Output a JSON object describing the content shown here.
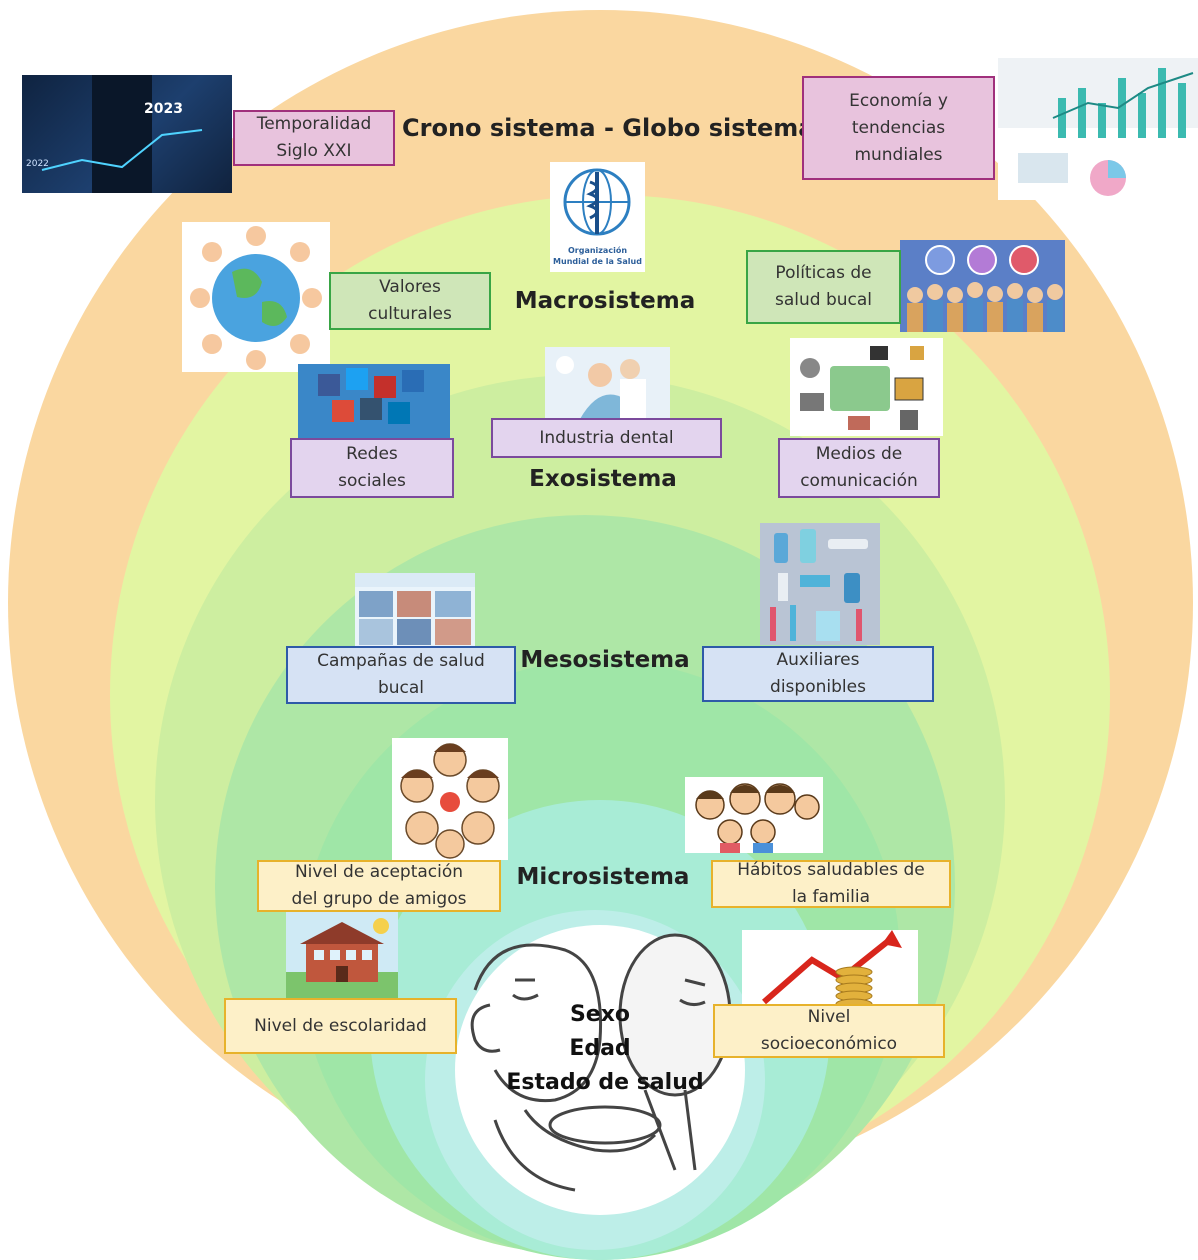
{
  "titles": {
    "crono": "Crono sistema - Globo sistema",
    "macro": "Macrosistema",
    "exo": "Exosistema",
    "meso": "Mesosistema",
    "micro": "Microsistema"
  },
  "core": {
    "line1": "Sexo",
    "line2": "Edad",
    "line3": "Estado de salud"
  },
  "crono_boxes": {
    "temporalidad": [
      "Temporalidad",
      "Siglo XXI"
    ],
    "economia": [
      "Economía y",
      "tendencias",
      "mundiales"
    ]
  },
  "macro_boxes": {
    "valores": [
      "Valores",
      "culturales"
    ],
    "politicas": [
      "Políticas de",
      "salud bucal"
    ]
  },
  "exo_boxes": {
    "industria": "Industria dental",
    "redes": [
      "Redes",
      "sociales"
    ],
    "medios": [
      "Medios de",
      "comunicación"
    ]
  },
  "meso_boxes": {
    "campanas": [
      "Campañas de salud",
      "bucal"
    ],
    "auxiliares": [
      "Auxiliares",
      "disponibles"
    ]
  },
  "micro_boxes": {
    "aceptacion": [
      "Nivel de aceptación",
      "del grupo de amigos"
    ],
    "habitos": [
      "Hábitos saludables de",
      "la familia"
    ],
    "escolaridad": "Nivel de escolaridad",
    "socioeconomico": [
      "Nivel",
      "socioeconómico"
    ]
  },
  "images": {
    "calendar_year": "2023",
    "calendar_prev_year": "2022",
    "oms_name": [
      "Organización",
      "Mundial de la Salud"
    ]
  },
  "colors": {
    "crono_ring": "#fad7a0",
    "macro_ring": "#e2f5a2",
    "exo_ring": "#cdeea0",
    "meso_ring": "#aee7a6",
    "micro_ring": "#a5ecd0",
    "core_ring": "#b7ede7",
    "crono_box_fill": "#e8c3dd",
    "crono_box_border": "#a0307c",
    "macro_box_fill": "#cfe6b8",
    "macro_box_border": "#39a545",
    "exo_box_fill": "#e3d4ee",
    "exo_box_border": "#7b4a9c",
    "meso_box_fill": "#d6e2f4",
    "meso_box_border": "#2e5aa8",
    "micro_box_fill": "#fdf0c8",
    "micro_box_border": "#e7b22b"
  },
  "icons": [
    "calendar-2023-icon",
    "finance-chart-icon",
    "world-children-icon",
    "oms-logo-icon",
    "people-icon",
    "social-media-icon",
    "dental-clinic-icon",
    "media-icon",
    "oral-hygiene-icon",
    "campaign-photo-icon",
    "friends-icon",
    "family-icon",
    "school-icon",
    "growth-arrow-icon",
    "mirror-person-icon"
  ]
}
